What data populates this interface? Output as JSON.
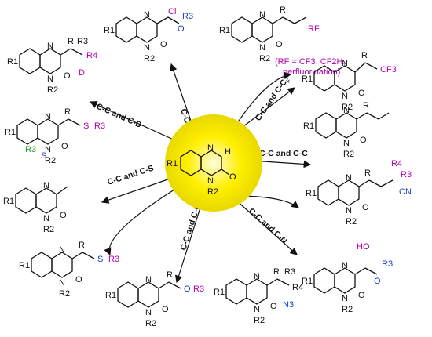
{
  "core": {
    "r1": "R1",
    "r2": "R2",
    "n": "N",
    "h": "H",
    "o": "O"
  },
  "colors": {
    "center_glow": "#ffef00",
    "center_edge": "#e8e060",
    "reagent_magenta": "#b400b4",
    "reagent_blue": "#1a3cc8",
    "reagent_green": "#2a9a2a"
  },
  "reactions": [
    {
      "label": "C-C and C-Cl",
      "r3": "R3",
      "x": "Cl"
    },
    {
      "label": "C-C and C-CF",
      "rf_note": "(RF = CF3, CF2H,",
      "rf_note2": "perfluorination)",
      "rf": "RF"
    },
    {
      "label": "C-C and C-CF",
      "cf3": "CF3"
    },
    {
      "label": "C-C and C-C"
    },
    {
      "label": "C-C and C-C",
      "cn": "CN",
      "r3": "R3",
      "r4": "R4"
    },
    {
      "label": "C-C and C-N",
      "n3": "N3",
      "r3": "R3",
      "r4": "R4",
      "ho": "HO",
      "r3b": "R3"
    },
    {
      "label": "C-C and C-O",
      "o_r3": "O",
      "r3": "R3"
    },
    {
      "label": "C-C and C-S",
      "so2": "S",
      "r3": "R3"
    },
    {
      "label": "C-C and C-S",
      "s": "S",
      "r3": "R3"
    },
    {
      "label": "C-C and C-D",
      "d": "D",
      "r3": "R3",
      "r4": "R4"
    }
  ],
  "arrow_labels": {
    "top": "C-C and C-Cl",
    "top_right": "C-C and C-C",
    "top_right_sub": "F",
    "right": "C-C and C-C",
    "bottom_right": "C-C and C-N",
    "bottom": "C-C and C-O",
    "left_lower": "C-C and C-S",
    "left_upper": "C-C and C-D"
  }
}
